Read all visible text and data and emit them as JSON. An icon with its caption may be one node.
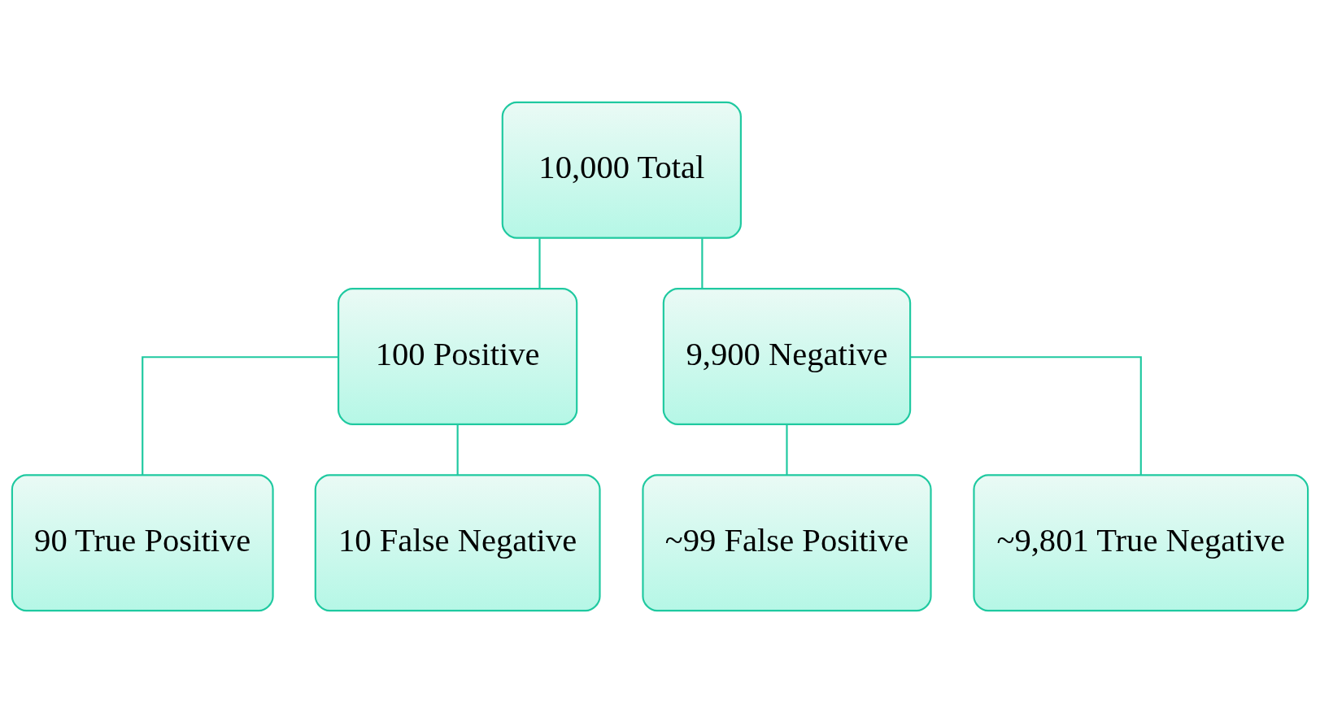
{
  "diagram": {
    "nodes": [
      {
        "text": [
          "10,000 Total"
        ]
      },
      {
        "text": [
          "100 Positive"
        ]
      },
      {
        "text": [
          "9,900 Negative"
        ]
      },
      {
        "text": [
          "90 True Positive"
        ]
      },
      {
        "text": [
          "10 False Negative"
        ]
      },
      {
        "text": [
          "~99 False Positive"
        ]
      },
      {
        "text": [
          "~9,801 True Negative"
        ]
      }
    ],
    "edges": [
      {
        "from": 0,
        "to": 1,
        "arrow": "none"
      },
      {
        "from": 0,
        "to": 2,
        "arrow": "none"
      },
      {
        "from": 1,
        "to": 3,
        "arrow": "none"
      },
      {
        "from": 1,
        "to": 4,
        "arrow": "none"
      },
      {
        "from": 2,
        "to": 5,
        "arrow": "none"
      },
      {
        "from": 2,
        "to": 6,
        "arrow": "none"
      }
    ]
  }
}
